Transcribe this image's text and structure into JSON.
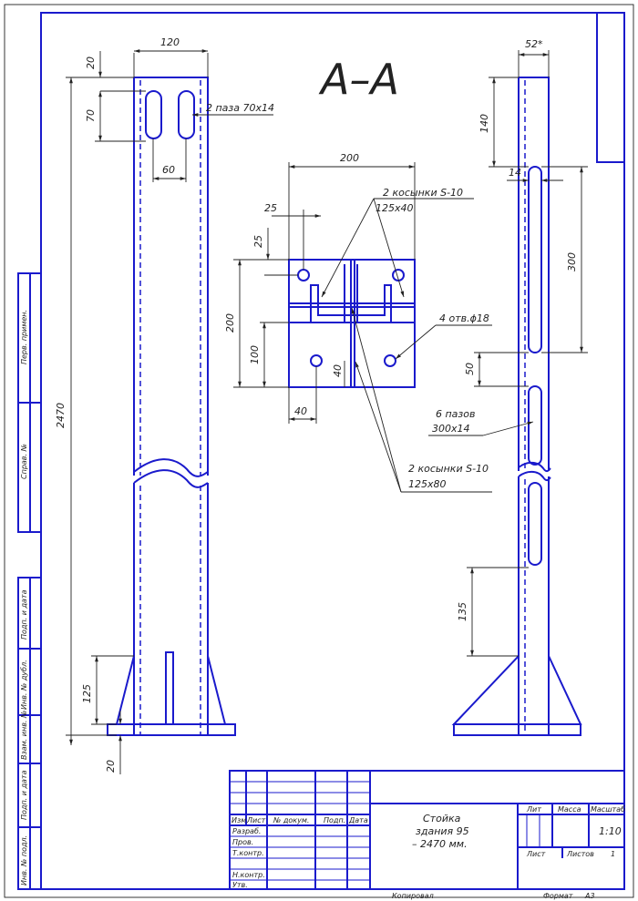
{
  "section_title": "А–А",
  "dims": {
    "left_top_offset": "20",
    "left_width": "120",
    "left_slot_len": "70",
    "left_slot_spacing": "60",
    "left_height": "2470",
    "left_base_rib": "125",
    "left_base_plate": "20",
    "detail_width": "200",
    "detail_hole_x": "25",
    "detail_hole_y": "25",
    "detail_height": "200",
    "detail_half": "100",
    "detail_hole_bx": "40",
    "detail_hole_by": "40",
    "right_thickness": "52*",
    "right_top": "140",
    "right_gap": "14",
    "right_slot_len": "300",
    "right_slot_gap": "50",
    "right_bottom": "135"
  },
  "notes": {
    "slots_top": "2 паза 70х14",
    "gussets_small_l1": "2 косынки S-10",
    "gussets_small_l2": "125х40",
    "holes": "4 отв.ϕ18",
    "slots_side_l1": "6 пазов",
    "slots_side_l2": "300х14",
    "gussets_big_l1": "2 косынки S-10",
    "gussets_big_l2": "125х80"
  },
  "side_stamp": {
    "perv_primen": "Перв. примен.",
    "sprav": "Справ. №",
    "podp_data_1": "Подп. и дата",
    "inv_dubl": "Инв. № дубл.",
    "vzam_inv": "Взам. инв. №",
    "podp_data_2": "Подп. и дата",
    "inv_podl": "Инв. № подл."
  },
  "title_block": {
    "col_izm": "Изм.",
    "col_list": "Лист",
    "col_ndoc": "№ докум.",
    "col_podp": "Подп.",
    "col_data": "Дата",
    "razrab": "Разраб.",
    "prov": "Пров.",
    "tkontr": "Т.контр.",
    "nkontr": "Н.контр.",
    "utv": "Утв.",
    "name_l1": "Стойка",
    "name_l2": "здания 95",
    "name_l3": "– 2470 мм.",
    "lit": "Лит",
    "massa": "Масса",
    "masshtab": "Масштаб",
    "scale_value": "1:10",
    "list": "Лист",
    "listov": "Листов",
    "listov_value": "1"
  },
  "footer": {
    "kopiroval": "Копировал",
    "format": "Формат",
    "format_value": "А3"
  },
  "colors": {
    "line": "#1a1acc",
    "ink": "#222222"
  }
}
